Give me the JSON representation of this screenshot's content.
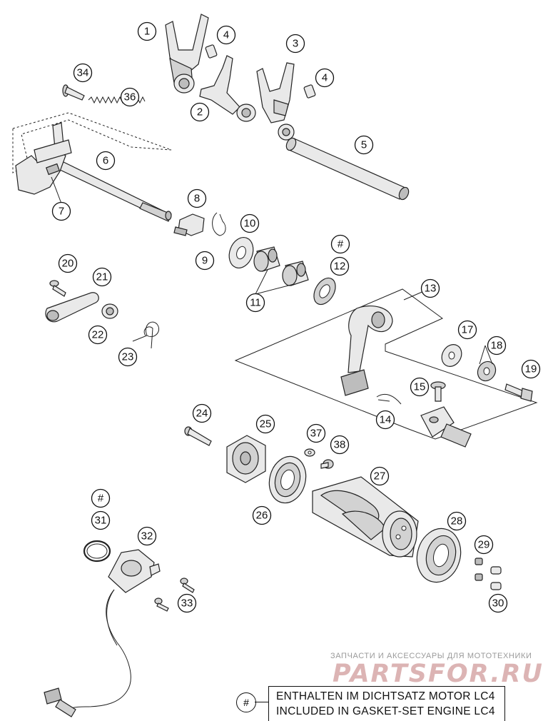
{
  "callouts": [
    "1",
    "4",
    "3",
    "4",
    "34",
    "2",
    "36",
    "5",
    "6",
    "7",
    "8",
    "10",
    "9",
    "#",
    "11",
    "12",
    "20",
    "21",
    "13",
    "22",
    "23",
    "17",
    "18",
    "19",
    "15",
    "14",
    "24",
    "25",
    "37",
    "38",
    "27",
    "26",
    "#",
    "31",
    "32",
    "28",
    "29",
    "33",
    "30"
  ],
  "watermark": {
    "tagline": "ЗАПЧАСТИ И АКСЕССУАРЫ ДЛЯ МОТОТЕХНИКИ",
    "logo": "PARTSFOR.RU"
  },
  "legend": {
    "symbol": "#",
    "line_de": "ENTHALTEN IM DICHTSATZ MOTOR LC4",
    "line_en": "INCLUDED IN GASKET-SET ENGINE LC4"
  }
}
